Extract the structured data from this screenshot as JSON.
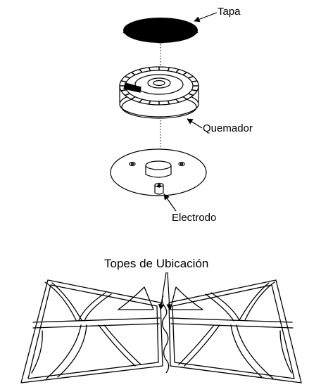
{
  "labels": {
    "tapa": "Tapa",
    "quemador": "Quemador",
    "electrodo": "Electrodo",
    "topes": "Topes de Ubicación"
  },
  "colors": {
    "ink": "#000000",
    "background": "#ffffff"
  }
}
